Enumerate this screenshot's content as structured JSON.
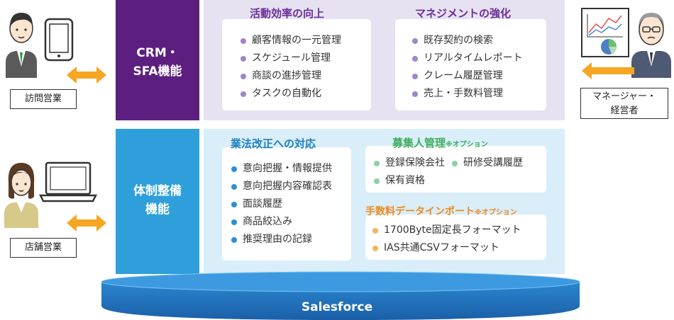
{
  "crm": {
    "side_label": "CRM・\nSFA機能",
    "cards": [
      {
        "title": "活動効率の向上",
        "items": [
          "顧客情報の一元管理",
          "スケジュール管理",
          "商談の進捗管理",
          "タスクの自動化"
        ]
      },
      {
        "title": "マネジメントの強化",
        "items": [
          "既存契約の検索",
          "リアルタイムレポート",
          "クレーム履歴管理",
          "売上・手数料管理"
        ]
      }
    ]
  },
  "system": {
    "side_label": "体制整備\n機能",
    "compliance": {
      "title": "業法改正への対応",
      "items": [
        "意向把握・情報提供",
        "意向把握内容確認表",
        "面談履歴",
        "商品絞込み",
        "推奨理由の記録"
      ]
    },
    "recruit": {
      "title": "募集人管理",
      "option": "※オプション",
      "items": [
        "登録保険会社",
        "研修受講履歴",
        "保有資格"
      ]
    },
    "import": {
      "title": "手数料データインポート",
      "option": "※オプション",
      "items": [
        "1700Byte固定長フォーマット",
        "IAS共通CSVフォーマット"
      ]
    }
  },
  "roles": {
    "visit_sales": "訪問営業",
    "store_sales": "店舗営業",
    "manager": "マネージャー・\n経営者"
  },
  "base": {
    "label": "Salesforce"
  },
  "colors": {
    "crm_dark": "#5c1f7f",
    "crm_light": "#e7e2f1",
    "sys_dark": "#2e9fdb",
    "sys_light": "#d9eef9",
    "arrow": "#f5a623",
    "base": "#1f6fba"
  },
  "icons": {
    "visit_person": "salesman-icon",
    "tablet": "tablet-icon",
    "store_person": "saleswoman-icon",
    "laptop": "laptop-icon",
    "manager_person": "manager-icon",
    "report": "chart-report-icon"
  }
}
